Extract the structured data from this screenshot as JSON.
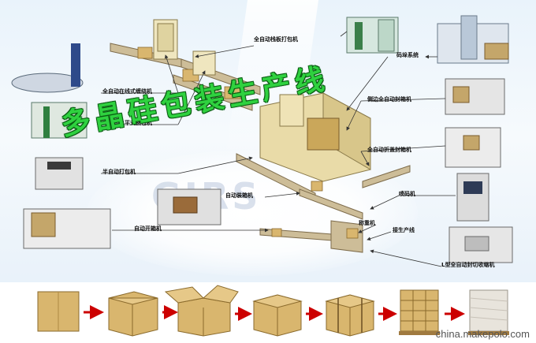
{
  "title": "多晶硅包装生产线",
  "watermark": "GJRS",
  "site": "china.makepolo.com",
  "labels": {
    "pallet_strapper": "全自动栈板打包机",
    "stacker": "码垛系统",
    "online_wrapper": "全自动在线式缠绕机",
    "horizontal_strapper": "全自动水平式捆包机",
    "auto_sealer": "侧边全自动封箱机",
    "semi_strapper": "半自动打包机",
    "fold_sealer": "全自动折盖封箱机",
    "case_packer": "自动装箱机",
    "inkjet": "喷码机",
    "case_erector": "自动开箱机",
    "weigher": "称重机",
    "line": "接生产线",
    "shrink": "L型全自动封切收缩机"
  },
  "colors": {
    "accent": "#cc0000",
    "title": "#2fd13f",
    "belt": "#c8b79a",
    "box": "#d8b875"
  }
}
